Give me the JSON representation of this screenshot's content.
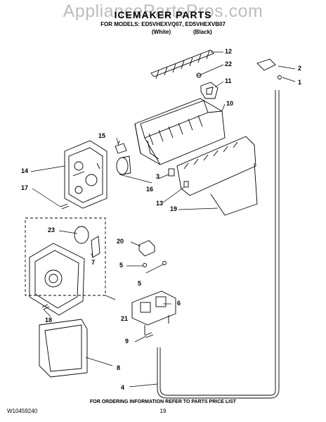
{
  "watermark": "AppliancePartsPros.com",
  "header": {
    "title": "ICEMAKER PARTS",
    "models_line": "FOR MODELS: ED5VHEXVQ07, ED5VHEXVB07",
    "color_white": "(White)",
    "color_black": "(Black)"
  },
  "callouts": [
    "12",
    "22",
    "11",
    "10",
    "15",
    "14",
    "17",
    "16",
    "3",
    "13",
    "19",
    "2",
    "1",
    "23",
    "7",
    "20",
    "5",
    "5",
    "6",
    "18",
    "21",
    "9",
    "8",
    "4"
  ],
  "footer": {
    "doc_id": "W10459240",
    "note": "FOR ORDERING INFORMATION REFER TO PARTS PRICE LIST",
    "page": "19"
  }
}
